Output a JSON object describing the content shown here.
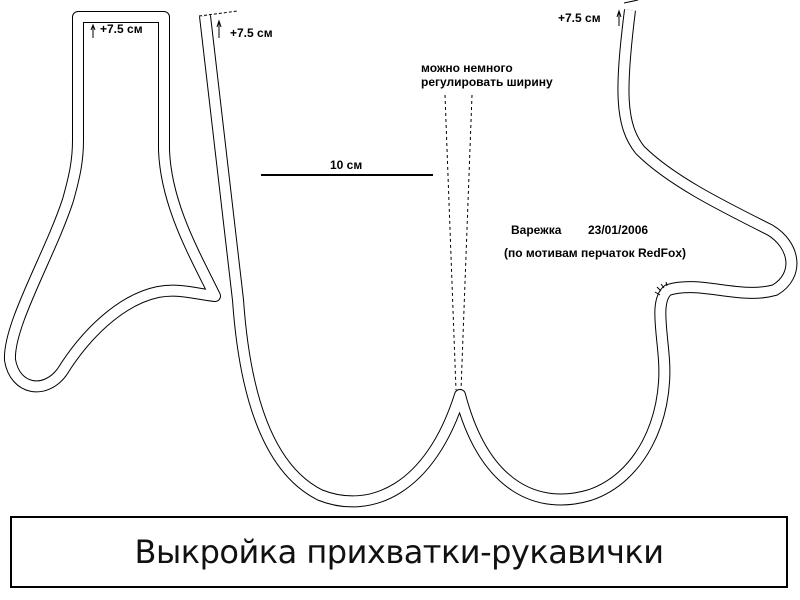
{
  "labels": {
    "thumb_allowance": "+7.5 см",
    "palm_left_allowance": "+7.5 см",
    "palm_right_allowance": "+7.5 см",
    "scale": "10 см",
    "width_note_line1": "можно немного",
    "width_note_line2": "регулировать ширину",
    "pattern_name": "Варежка",
    "pattern_date": "23/01/2006",
    "pattern_credit": "(по мотивам перчаток RedFox)"
  },
  "title": "Выкройка прихватки-рукавички",
  "colors": {
    "line": "#000000",
    "background": "#ffffff"
  }
}
